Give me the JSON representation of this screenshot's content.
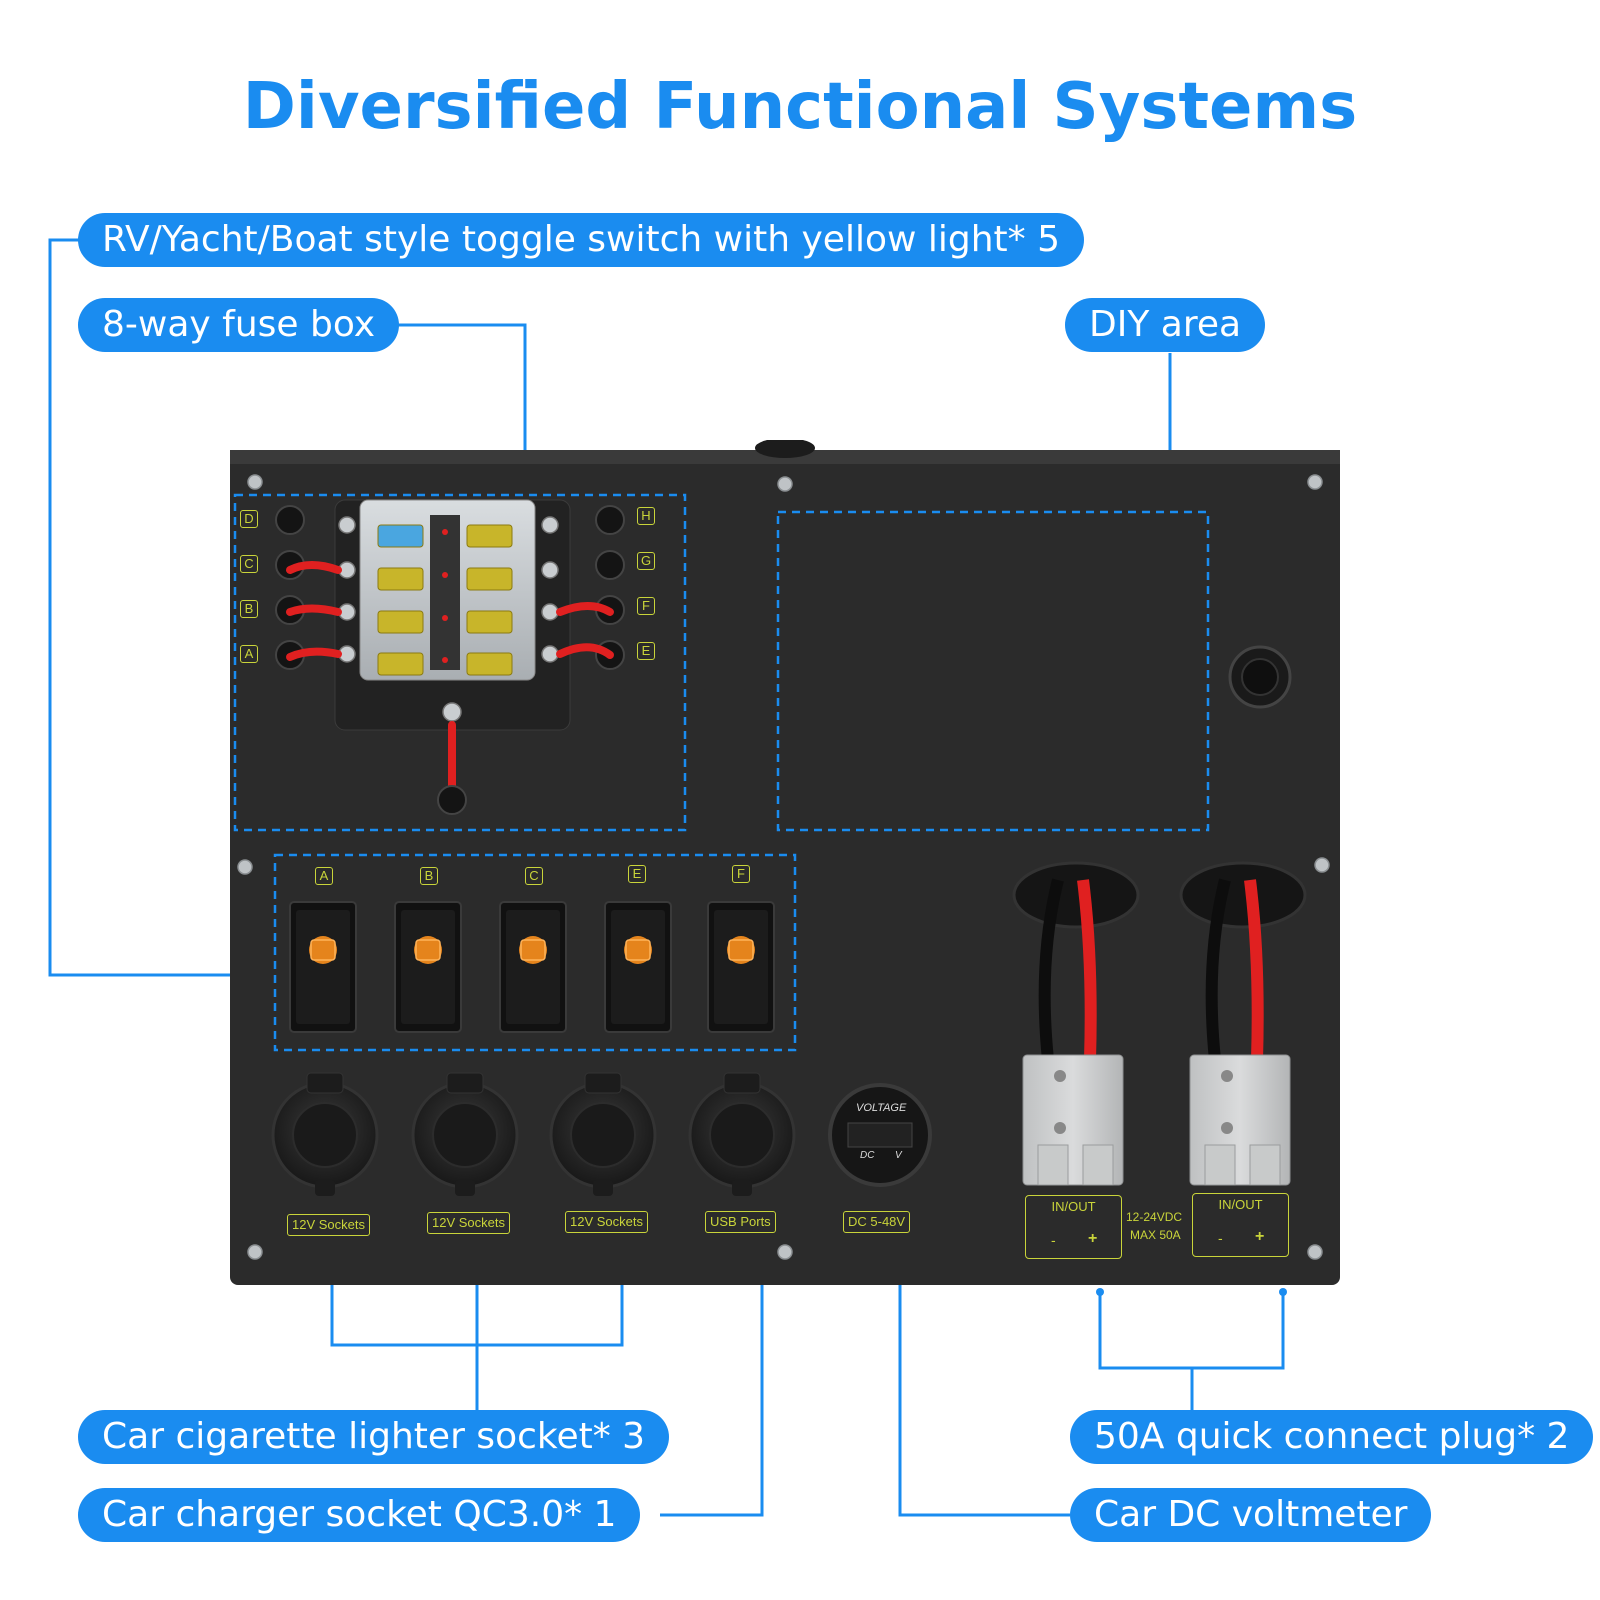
{
  "title": "Diversified Functional Systems",
  "colors": {
    "accent": "#1a8cf0",
    "panel": "#2b2b2b",
    "label_yellow": "#c9d43a",
    "switch_light": "#f08a1c",
    "cable_red": "#e02020"
  },
  "callouts": {
    "toggle_switch": "RV/Yacht/Boat style toggle switch with yellow light* 5",
    "fuse_box": "8-way fuse box",
    "diy_area": "DIY area",
    "cigarette_socket": "Car cigarette lighter socket* 3",
    "charger_socket": "Car charger socket QC3.0* 1",
    "quick_plug": "50A quick connect plug* 2",
    "voltmeter": "Car DC voltmeter"
  },
  "panel": {
    "terminals_left": [
      "D",
      "C",
      "B",
      "A"
    ],
    "terminals_right": [
      "H",
      "G",
      "F",
      "E"
    ],
    "switches": [
      "A",
      "B",
      "C",
      "E",
      "F"
    ],
    "socket_labels": [
      "12V Sockets",
      "12V Sockets",
      "12V Sockets",
      "USB Ports",
      "DC 5-48V"
    ],
    "voltmeter_top": "VOLTAGE",
    "voltmeter_dc": "DC",
    "voltmeter_v": "V",
    "plug_label": "IN/OUT",
    "plug_minus": "-",
    "plug_plus": "+",
    "rating_line1": "12-24VDC",
    "rating_line2": "MAX 50A"
  }
}
